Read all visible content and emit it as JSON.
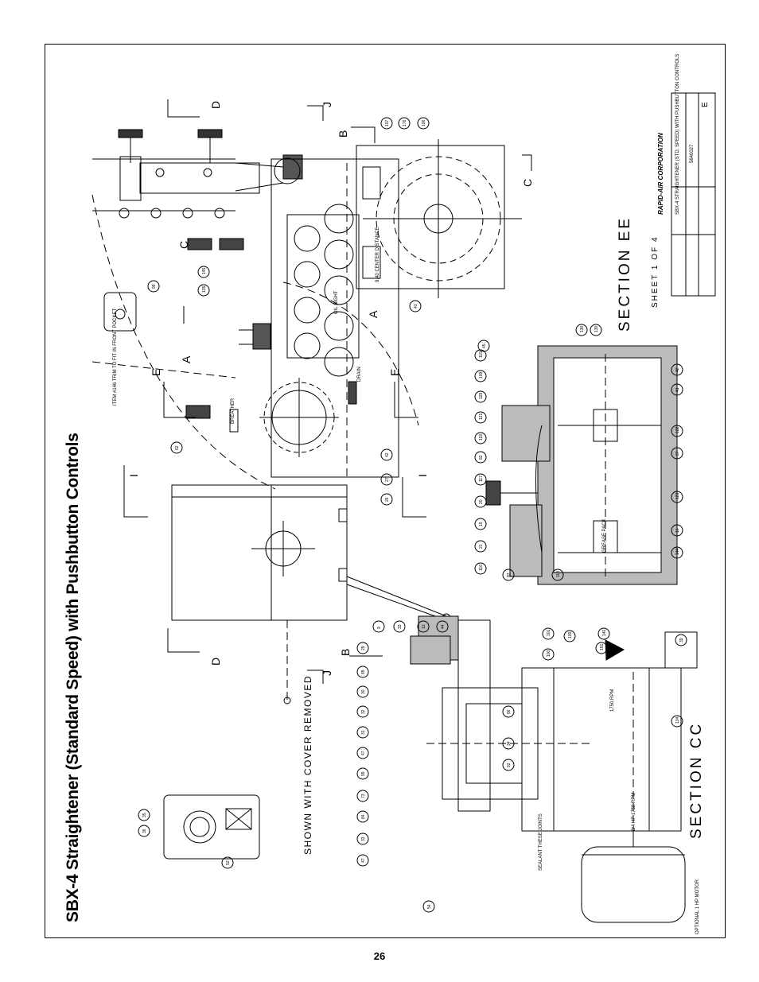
{
  "title": "SBX-4 Straightener (Standard Speed) with Pushbutton Controls",
  "page_number": "26",
  "section_ee": "SECTION EE",
  "section_cc": "SECTION CC",
  "sheet": "SHEET 1 OF 4",
  "notes": {
    "shown_with_cover_removed": "SHOWN WITH COVER REMOVED",
    "breather": "BREATHER",
    "drain": "DRAIN",
    "oil_sight": "OIL SIGHT",
    "center_distance": "9.40 CENTER DISTANCE",
    "grease_pack": "GREASE PACK",
    "sealant": "SEALANT THESE JOINTS",
    "rpm_1750": "1750 RPM",
    "motor_hp": "3/4 HP 1750 RPM",
    "optional_motor": "OPTIONAL 1 HP MOTOR",
    "item_146": "ITEM #146 TRIM TO FIT IN FRONT POCKET"
  },
  "section_marks": [
    "A",
    "A",
    "B",
    "B",
    "C",
    "C",
    "D",
    "D",
    "E",
    "E",
    "I",
    "I",
    "J",
    "J"
  ],
  "callouts_upper": [
    "107",
    "176",
    "106",
    "41",
    "62",
    "42",
    "27",
    "26",
    "145",
    "135",
    "99"
  ],
  "callouts_ee": [
    "45",
    "119",
    "109",
    "129",
    "121",
    "118",
    "82",
    "117",
    "20",
    "15",
    "21",
    "116",
    "82",
    "118",
    "144",
    "16",
    "123",
    "87",
    "122",
    "41",
    "42",
    "130",
    "130"
  ],
  "callouts_cc": [
    "9",
    "33",
    "12",
    "44",
    "101",
    "100",
    "105",
    "140",
    "151",
    "29",
    "85",
    "30",
    "32",
    "31",
    "47",
    "99",
    "73",
    "84",
    "33",
    "47",
    "54",
    "36",
    "35",
    "52",
    "86",
    "34",
    "92",
    "39",
    "134"
  ],
  "title_block": {
    "company": "RAPID-AIR CORPORATION",
    "drawing_title": "SBX-4 STRAIGHTENER (STD. SPEED) WITH PUSHBUTTON CONTROLS",
    "drawing_number": "5640027",
    "rev": "E"
  }
}
